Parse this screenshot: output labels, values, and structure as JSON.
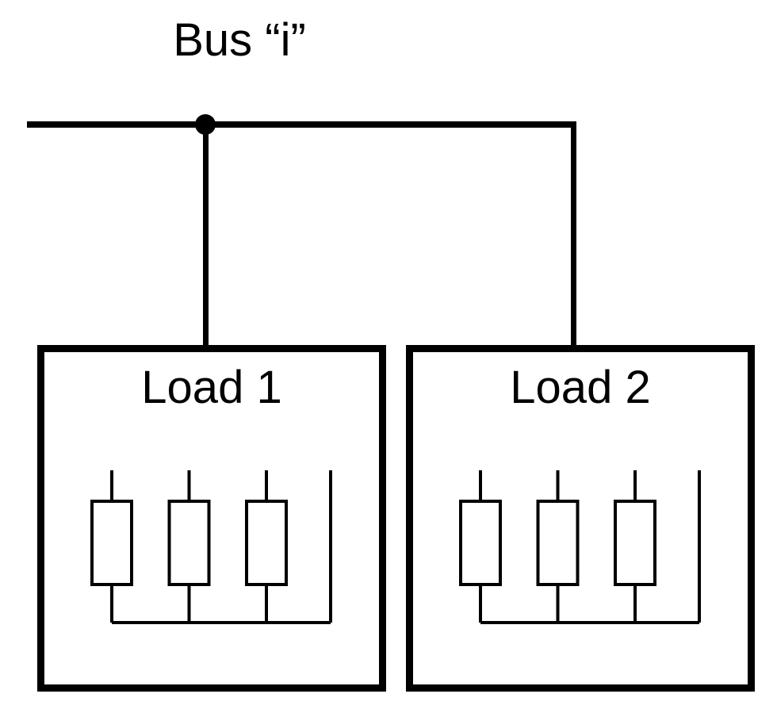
{
  "diagram": {
    "bus_label": "Bus “i”",
    "loads": [
      {
        "label": "Load 1",
        "resistor_count": 3
      },
      {
        "label": "Load 2",
        "resistor_count": 3
      }
    ],
    "colors": {
      "line": "#000000",
      "background": "#ffffff"
    }
  }
}
